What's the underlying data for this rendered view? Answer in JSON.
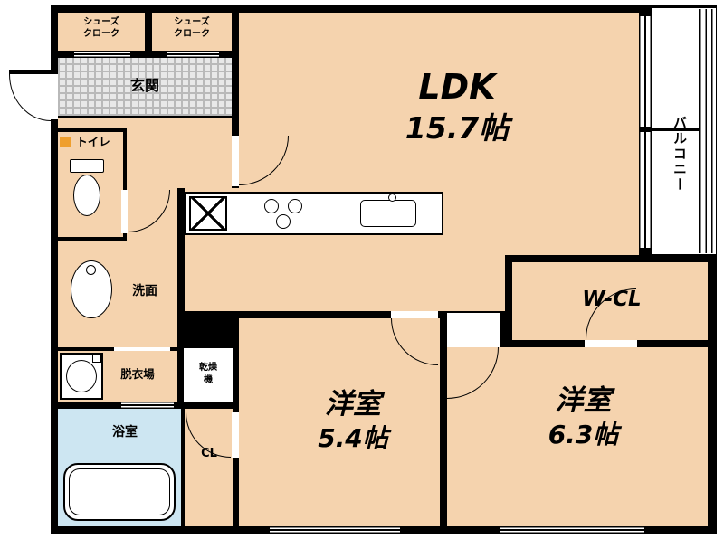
{
  "colors": {
    "floor": "#f5d3ae",
    "bath_floor": "#cde6f2",
    "wall": "#000000",
    "toilet_accent": "#ef9f2e"
  },
  "rooms": {
    "ldk": {
      "name": "LDK",
      "area": "15.7帖"
    },
    "bedroom_54": {
      "name": "洋室",
      "area": "5.4帖"
    },
    "bedroom_63": {
      "name": "洋室",
      "area": "6.3帖"
    },
    "balcony": {
      "name": "バルコニー"
    },
    "walk_in_closet": {
      "name": "W-CL"
    },
    "closet": {
      "name": "CL"
    },
    "entrance": {
      "name": "玄関"
    },
    "shoe_closet_left": {
      "line1": "シューズ",
      "line2": "クローク"
    },
    "shoe_closet_right": {
      "line1": "シューズ",
      "line2": "クローク"
    },
    "toilet": {
      "name": "トイレ"
    },
    "washroom": {
      "name": "洗面"
    },
    "changing_room": {
      "name": "脱衣場"
    },
    "dryer": {
      "line1": "乾燥",
      "line2": "機"
    },
    "bathroom": {
      "name": "浴室"
    }
  }
}
